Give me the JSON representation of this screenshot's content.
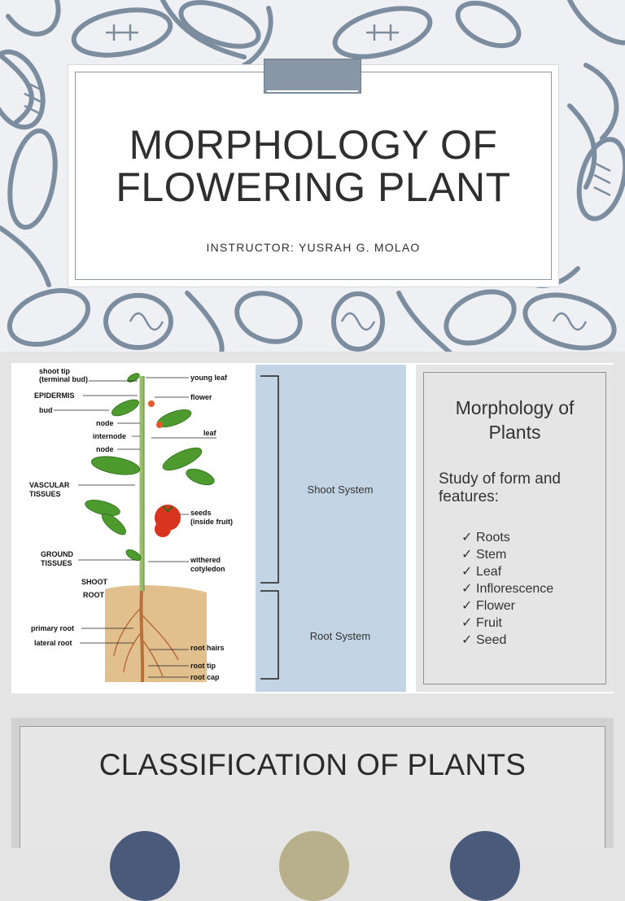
{
  "slide1": {
    "title_line1": "MORPHOLOGY OF",
    "title_line2": "FLOWERING PLANT",
    "instructor": "INSTRUCTOR: YUSRAH G. MOLAO",
    "pattern_color": "#7d8da0"
  },
  "slide2": {
    "diagram_labels": {
      "shoot_tip": "shoot tip",
      "terminal_bud": "(terminal bud)",
      "epidermis": "EPIDERMIS",
      "bud": "bud",
      "node1": "node",
      "internode": "internode",
      "node2": "node",
      "vascular": "VASCULAR",
      "tissues1": "TISSUES",
      "ground": "GROUND",
      "tissues2": "TISSUES",
      "shoot": "SHOOT",
      "root": "ROOT",
      "primary_root": "primary root",
      "lateral_root": "lateral root",
      "young_leaf": "young leaf",
      "flower": "flower",
      "leaf": "leaf",
      "seeds": "seeds",
      "inside_fruit": "(inside fruit)",
      "withered": "withered",
      "cotyledon": "cotyledon",
      "root_hairs": "root hairs",
      "root_tip": "root tip",
      "root_cap": "root cap"
    },
    "shoot_system": "Shoot System",
    "root_system": "Root System",
    "panel_title_line1": "Morphology of",
    "panel_title_line2": "Plants",
    "panel_sub_line1": "Study of form and",
    "panel_sub_line2": "features:",
    "check_mark": "✓",
    "items": [
      "Roots",
      "Stem",
      "Leaf",
      "Inflorescence",
      "Flower",
      "Fruit",
      "Seed"
    ]
  },
  "slide3": {
    "title": "CLASSIFICATION OF PLANTS"
  }
}
